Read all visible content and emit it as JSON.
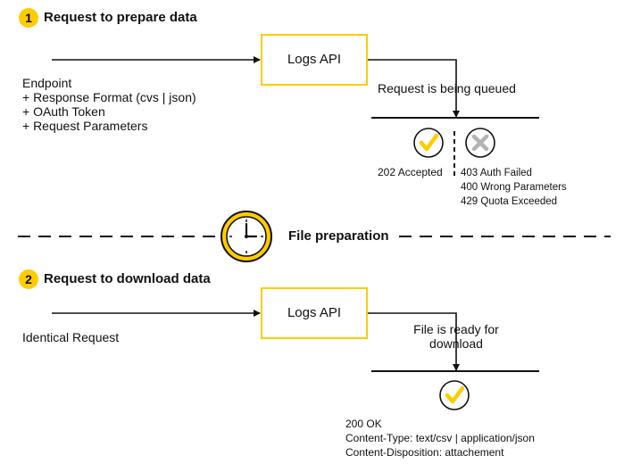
{
  "step1": {
    "number": "1",
    "title": "Request to prepare data",
    "api_label": "Logs API",
    "input_lines": [
      "Endpoint",
      "+ Response Format (cvs | json)",
      "+ OAuth Token",
      "+ Request Parameters"
    ],
    "queue_label": "Request is being queued",
    "accepted_label": "202 Accepted",
    "errors": [
      "403 Auth Failed",
      "400 Wrong Parameters",
      "429 Quota Exceeded"
    ]
  },
  "divider": {
    "label": "File preparation"
  },
  "step2": {
    "number": "2",
    "title": "Request to download data",
    "api_label": "Logs API",
    "input_label": "Identical Request",
    "ready_lines": [
      "File is ready for",
      "download"
    ],
    "response_lines": [
      "200 OK",
      "Content-Type: text/csv | application/json",
      "Content-Disposition: attachement"
    ]
  },
  "colors": {
    "accent": "#ffcc00",
    "success": "#ffcc00",
    "error_gray": "#b3b3b3",
    "line": "#111111"
  },
  "icons": {
    "accepted": "checkmark-circle-icon",
    "failed": "cross-circle-icon",
    "clock": "clock-icon"
  }
}
